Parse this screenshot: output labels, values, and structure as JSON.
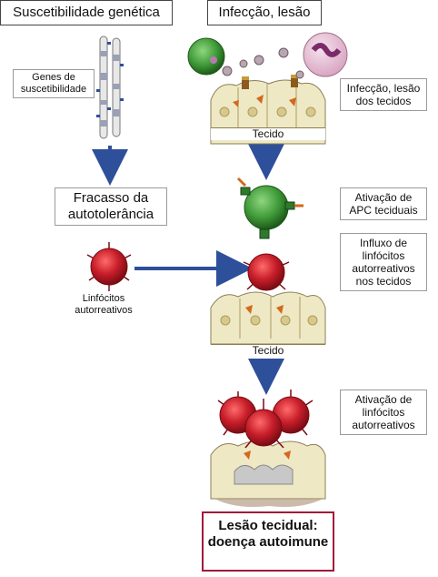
{
  "headers": {
    "left": "Suscetibilidade genética",
    "right": "Infecção, lesão"
  },
  "left_labels": {
    "genes": "Genes de suscetibilidade",
    "fracasso": "Fracasso da autotolerância",
    "linfocitos": "Linfócitos autorreativos"
  },
  "right_labels": {
    "infeccao": "Infecção, lesão dos tecidos",
    "apc": "Ativação de APC teciduais",
    "influxo": "Influxo de linfócitos autorreativos nos tecidos",
    "ativacao": "Ativação de linfócitos autorreativos"
  },
  "tissue_labels": {
    "top": "Tecido",
    "middle": "Tecido"
  },
  "outcome": "Lesão tecidual: doença autoimune",
  "colors": {
    "arrow": "#2e4f9a",
    "lymphocyte": "#c81e2a",
    "apc": "#3f9a38",
    "tissue": "#efe8c4",
    "outcome_border": "#a01a3a",
    "panel": "#eceada"
  }
}
